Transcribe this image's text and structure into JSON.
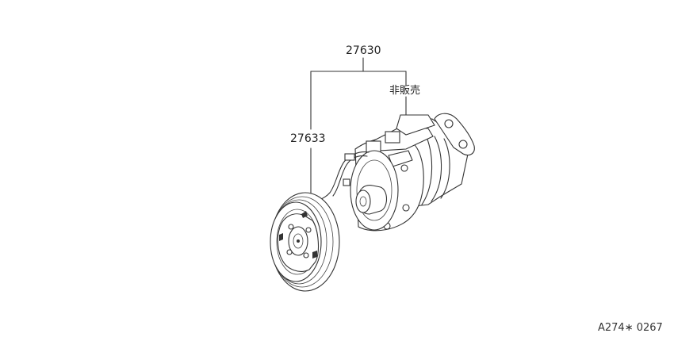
{
  "labels": {
    "assembly_part_number": "27630",
    "clutch_part_number": "27633",
    "not_sold_note": "非販売"
  },
  "reference_code": "A274∗ 0267"
}
